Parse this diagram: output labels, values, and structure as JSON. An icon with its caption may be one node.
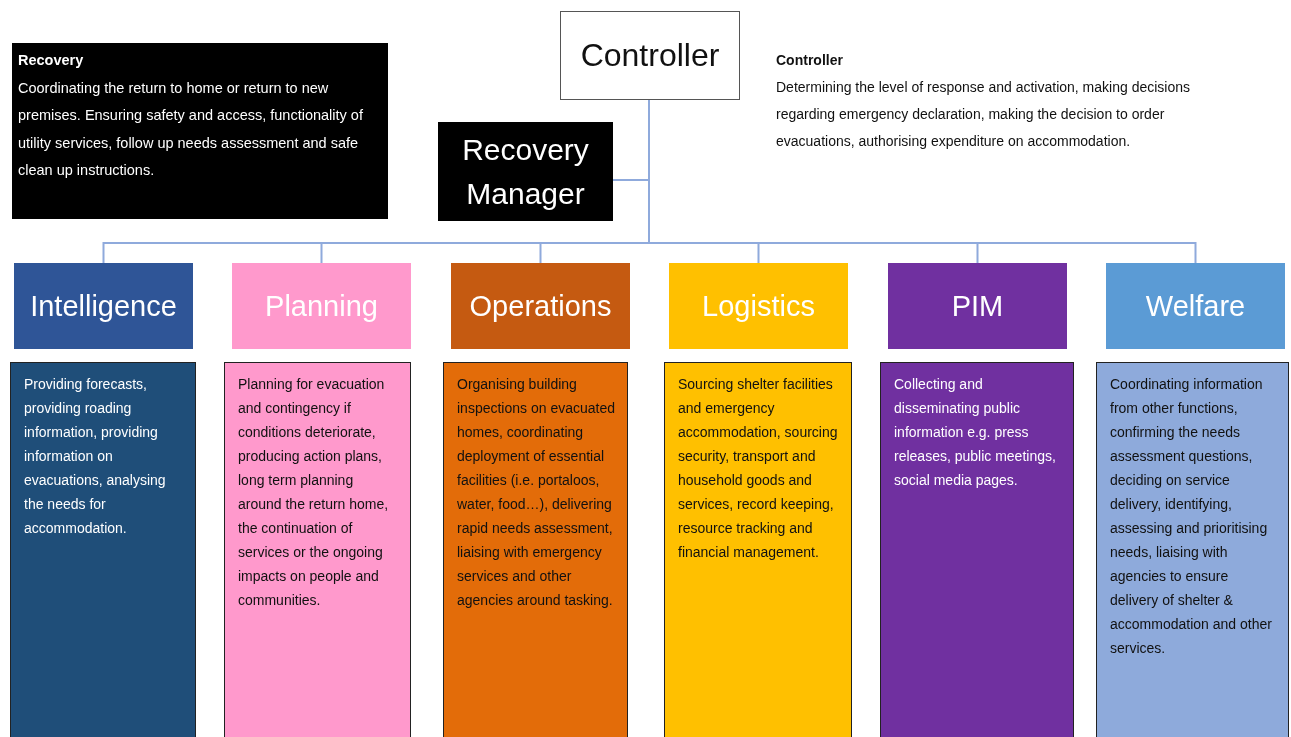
{
  "diagram": {
    "nodes": [
      {
        "text": [
          "Controller"
        ]
      },
      {
        "text": [
          "Recovery Manager"
        ]
      },
      {
        "text": [
          "Intelligence"
        ]
      },
      {
        "text": [
          "Planning"
        ]
      },
      {
        "text": [
          "Operations"
        ]
      },
      {
        "text": [
          "Logistics"
        ]
      },
      {
        "text": [
          "PIM"
        ]
      },
      {
        "text": [
          "Welfare"
        ]
      },
      {
        "text": [
          "Recovery",
          "Coordinating the return to home or return to new premises. Ensuring safety and access, functionality of utility services, follow up needs assessment and safe clean up instructions."
        ]
      },
      {
        "text": [
          "Providing forecasts, providing roading information, providing information on evacuations, analysing the needs for accommodation."
        ]
      },
      {
        "text": [
          "Planning for evacuation and contingency if conditions deteriorate, producing action plans, long term planning around the return home, the continuation of services or the ongoing impacts on people and communities."
        ]
      },
      {
        "text": [
          "Organising building inspections on evacuated homes, coordinating deployment of essential facilities (i.e. portaloos, water, food…), delivering rapid needs assessment, liaising with emergency services and other agencies around tasking."
        ]
      },
      {
        "text": [
          "Sourcing shelter facilities and emergency accommodation, sourcing security, transport and household goods and services, record keeping, resource tracking and financial management."
        ]
      },
      {
        "text": [
          "Collecting and disseminating public information e.g. press releases, public meetings, social media pages."
        ]
      },
      {
        "text": [
          "Coordinating information from other functions, confirming the needs assessment questions, deciding on service delivery, identifying, assessing and prioritising needs, liaising with agencies to ensure delivery of shelter & accommodation and other services."
        ]
      }
    ],
    "edges": [
      {
        "from": 0,
        "to": 1,
        "arrow": "none"
      },
      {
        "from": 0,
        "to": 2,
        "arrow": "none"
      },
      {
        "from": 0,
        "to": 3,
        "arrow": "none"
      },
      {
        "from": 0,
        "to": 4,
        "arrow": "none"
      },
      {
        "from": 0,
        "to": 5,
        "arrow": "none"
      },
      {
        "from": 0,
        "to": 6,
        "arrow": "none"
      },
      {
        "from": 0,
        "to": 7,
        "arrow": "none"
      }
    ],
    "labels": [
      "Controller",
      "Determining the level of response and activation, making decisions regarding emergency declaration, making the decision to order evacuations, authorising expenditure on accommodation."
    ]
  }
}
